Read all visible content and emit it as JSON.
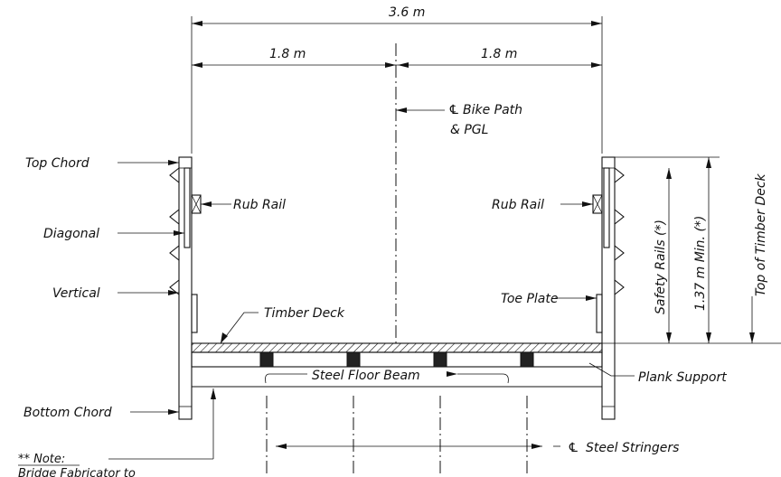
{
  "dimensions": {
    "overall_width": "3.6 m",
    "left_half": "1.8 m",
    "right_half": "1.8 m",
    "safety_rails": "Safety Rails (*)",
    "min_height": "1.37 m Min. (*)",
    "top_of_deck": "Top of Timber Deck"
  },
  "labels": {
    "centerline_symbol": "℄",
    "bike_path": "Bike Path",
    "pgl": "& PGL",
    "top_chord": "Top Chord",
    "rub_rail_left": "Rub Rail",
    "rub_rail_right": "Rub Rail",
    "diagonal": "Diagonal",
    "vertical": "Vertical",
    "timber_deck": "Timber Deck",
    "toe_plate": "Toe Plate",
    "steel_floor_beam": "Steel Floor Beam",
    "plank_support": "Plank Support",
    "bottom_chord": "Bottom Chord",
    "steel_stringers": "Steel Stringers",
    "note_title": "** Note:",
    "note_text": "Bridge Fabricator to"
  },
  "colors": {
    "ink": "#111111",
    "paper": "#ffffff"
  }
}
